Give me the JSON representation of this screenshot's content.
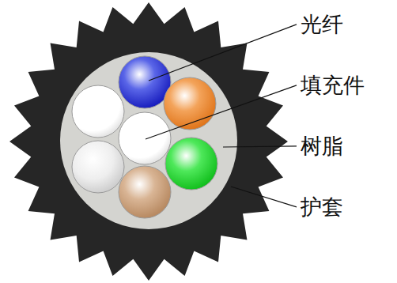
{
  "diagram": {
    "labels": [
      "光纤",
      "填充件",
      "树脂",
      "护套"
    ]
  }
}
